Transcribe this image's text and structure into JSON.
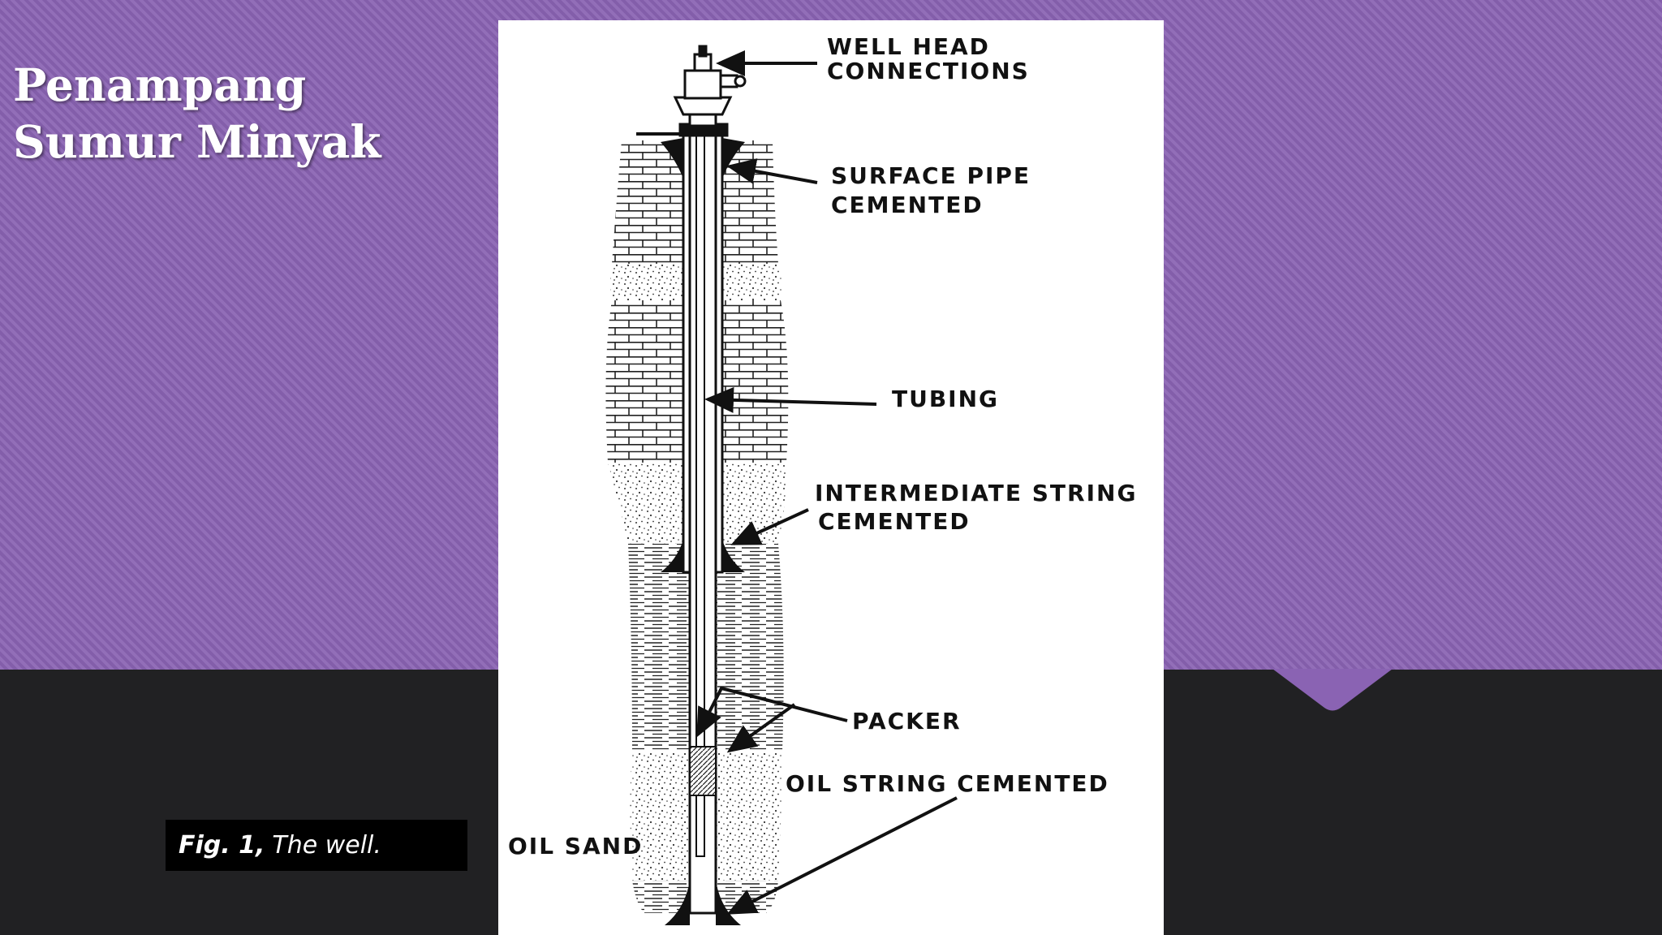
{
  "slide": {
    "title_line1": "Penampang",
    "title_line2": "Sumur Minyak",
    "caption_bold": "Fig. 1,",
    "caption_text": "The well."
  },
  "figure": {
    "labels": {
      "wellhead_1": "WELL HEAD",
      "wellhead_2": "CONNECTIONS",
      "surface_1": "SURFACE PIPE",
      "surface_2": "CEMENTED",
      "tubing": "TUBING",
      "intermediate_1": "INTERMEDIATE STRING",
      "intermediate_2": "CEMENTED",
      "packer": "PACKER",
      "oil_string": "OIL STRING CEMENTED",
      "oil_sand": "OIL SAND"
    }
  },
  "colors": {
    "background_top": "#8a63b3",
    "background_bottom": "#212123",
    "figure_bg": "#ffffff",
    "caption_bg": "#000000"
  }
}
